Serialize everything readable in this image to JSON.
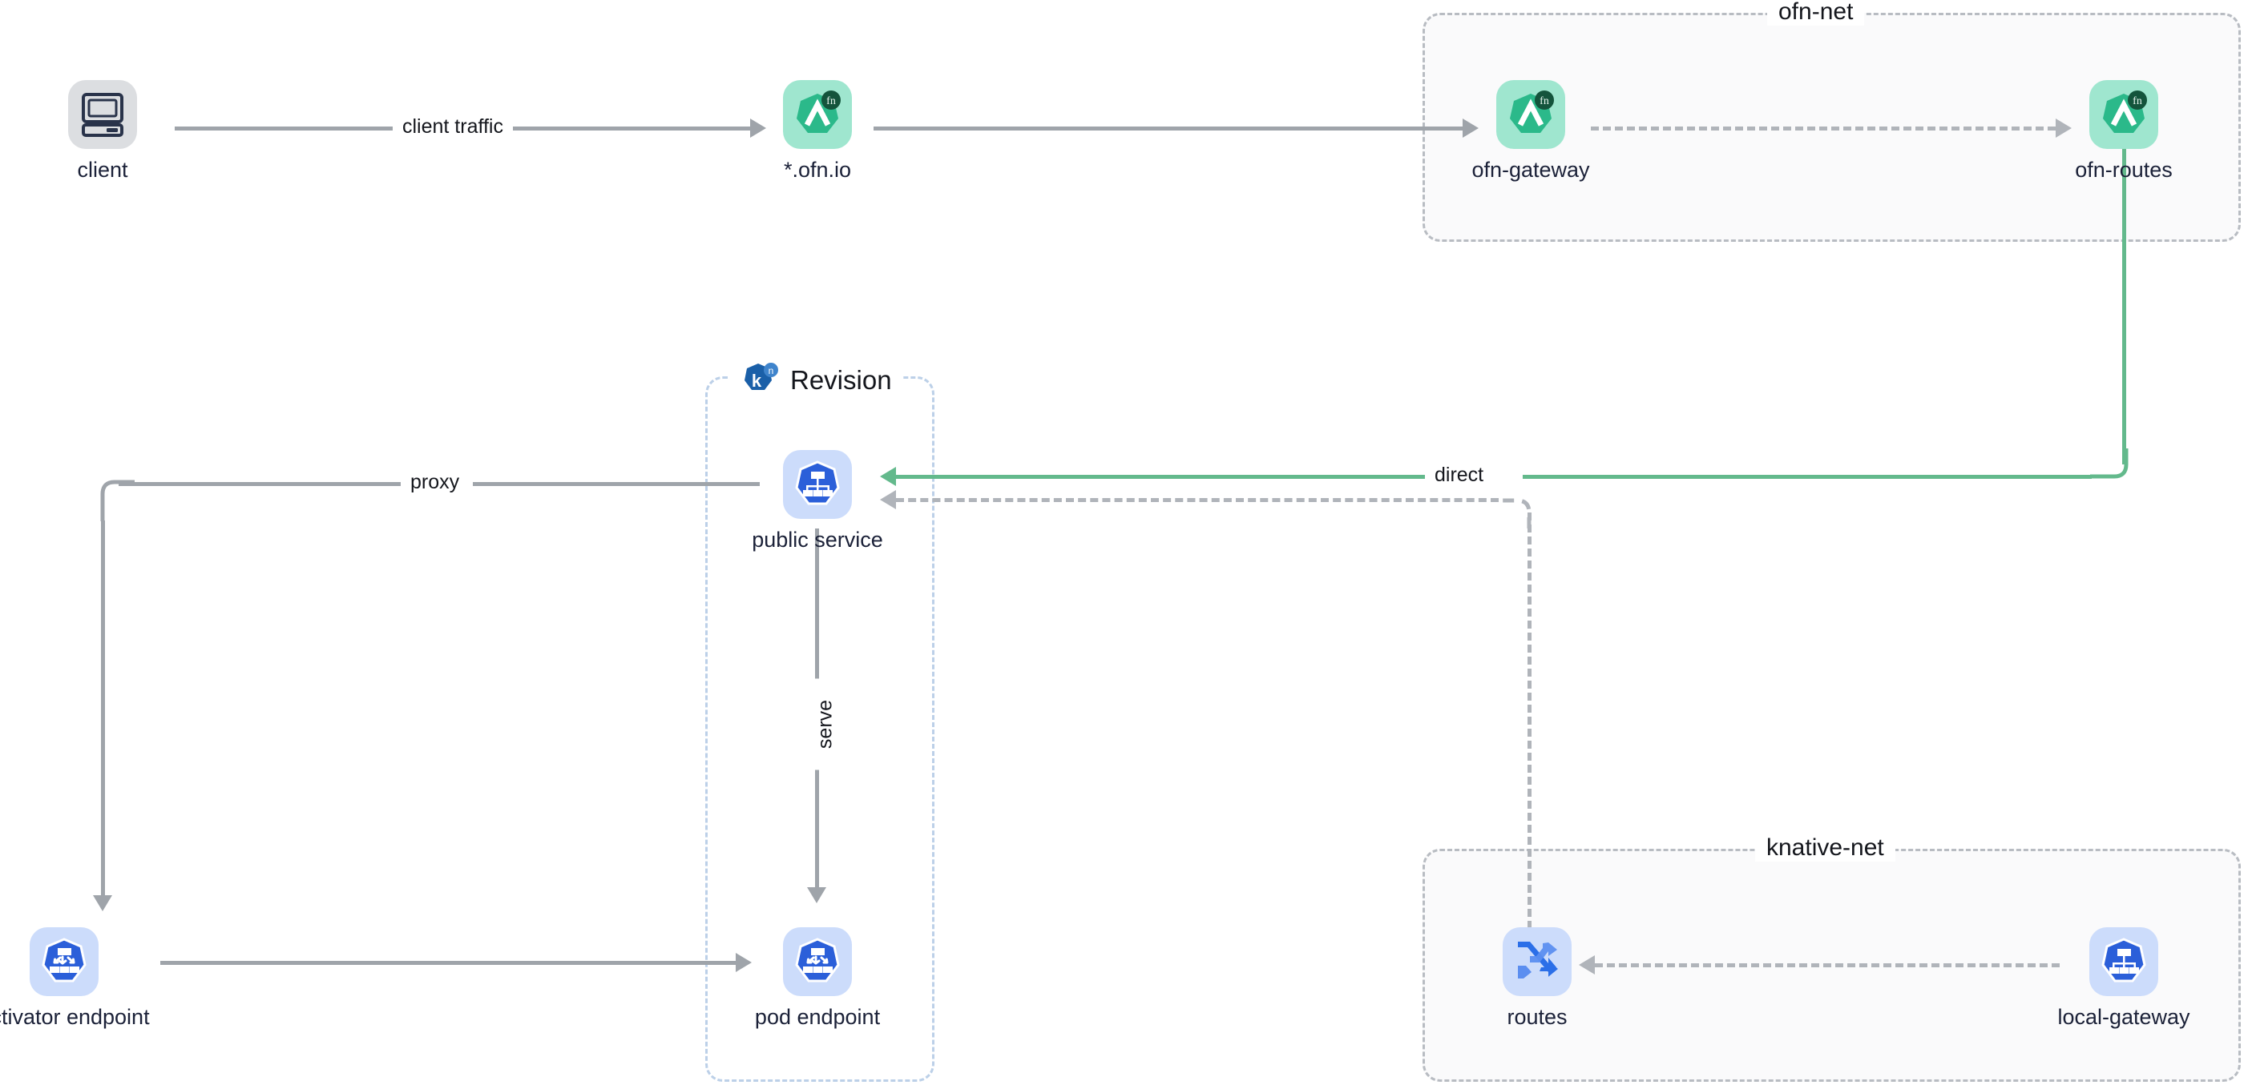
{
  "diagram": {
    "title_groups": {
      "ofn_net": "ofn-net",
      "knative_net": "knative-net",
      "revision": "Revision"
    },
    "nodes": {
      "client": {
        "label": "client",
        "icon": "desktop-computer-icon"
      },
      "ofn_io": {
        "label": "*.ofn.io",
        "icon": "openfunction-fn-icon"
      },
      "ofn_gateway": {
        "label": "ofn-gateway",
        "icon": "openfunction-fn-icon"
      },
      "ofn_routes": {
        "label": "ofn-routes",
        "icon": "openfunction-fn-icon"
      },
      "public_service": {
        "label": "public service",
        "icon": "kubernetes-service-icon"
      },
      "pod_endpoint": {
        "label": "pod endpoint",
        "icon": "kubernetes-endpoint-icon"
      },
      "activator_endpoint": {
        "label": "activator endpoint",
        "icon": "kubernetes-endpoint-icon"
      },
      "routes": {
        "label": "routes",
        "icon": "shuffle-routes-icon"
      },
      "local_gateway": {
        "label": "local-gateway",
        "icon": "kubernetes-service-icon"
      }
    },
    "edges": {
      "client_traffic": "client traffic",
      "proxy": "proxy",
      "direct": "direct",
      "serve": "serve"
    },
    "badges": {
      "fn": "fn",
      "knative_k": "k",
      "knative_n": "n"
    },
    "colors": {
      "openfunction_green": "#2bb98a",
      "openfunction_tile": "#9fe6cf",
      "fn_badge": "#14543c",
      "kubernetes_blue": "#2b5fd9",
      "kubernetes_tile": "#ccdcfb",
      "shuffle_dark": "#2b6fe8",
      "shuffle_light": "#5b8ef0",
      "client_tile": "#dcdee1",
      "client_outline": "#29334a",
      "edge_gray": "#9fa4aa",
      "edge_dashed": "#b0b4ba",
      "edge_green": "#63b98c",
      "group_border": "#b8bcc2",
      "revision_border": "#bcd0e8",
      "knative_blue": "#1a5fa8",
      "text": "#1b2138"
    }
  }
}
